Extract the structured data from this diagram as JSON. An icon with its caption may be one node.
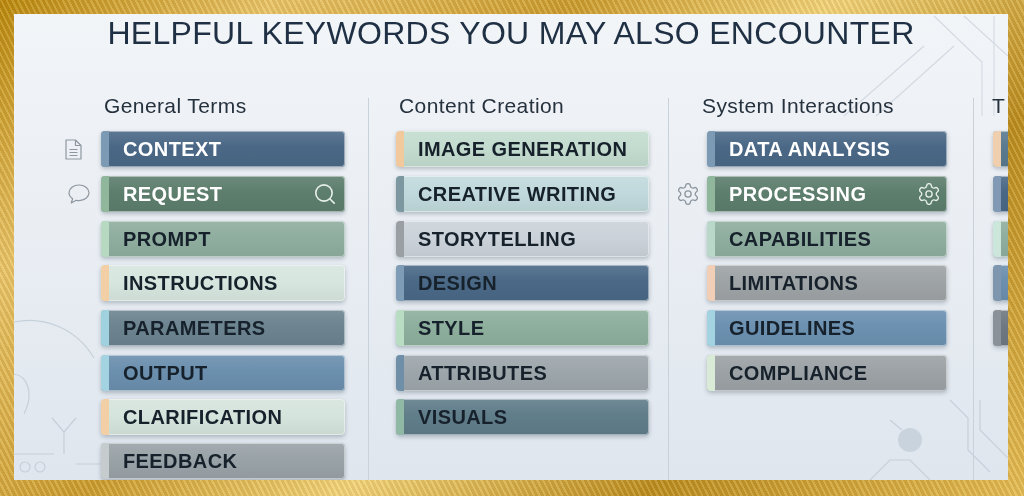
{
  "diagram": {
    "title": "HELPFUL KEYWORDS YOU MAY ALSO ENCOUNTER",
    "nodes": [
      {
        "text": [
          "CONTEXT"
        ]
      },
      {
        "text": [
          "REQUEST"
        ]
      },
      {
        "text": [
          "PROMPT"
        ]
      },
      {
        "text": [
          "INSTRUCTIONS"
        ]
      },
      {
        "text": [
          "PARAMETERS"
        ]
      },
      {
        "text": [
          "OUTPUT"
        ]
      },
      {
        "text": [
          "CLARIFICATION"
        ]
      },
      {
        "text": [
          "FEEDBACK"
        ]
      },
      {
        "text": [
          "IMAGE GENERATION"
        ]
      },
      {
        "text": [
          "CREATIVE WRITING"
        ]
      },
      {
        "text": [
          "STORYTELLING"
        ]
      },
      {
        "text": [
          "DESIGN"
        ]
      },
      {
        "text": [
          "STYLE"
        ]
      },
      {
        "text": [
          "ATTRIBUTES"
        ]
      },
      {
        "text": [
          "VISUALS"
        ]
      },
      {
        "text": [
          "DATA ANALYSIS"
        ]
      },
      {
        "text": [
          "PROCESSING"
        ]
      },
      {
        "text": [
          "CAPABILITIES"
        ]
      },
      {
        "text": [
          "LIMITATIONS"
        ]
      },
      {
        "text": [
          "GUIDELINES"
        ]
      },
      {
        "text": [
          "COMPLIANCE"
        ]
      },
      {
        "text": [],
        "shape": "box"
      },
      {
        "text": [],
        "shape": "box"
      },
      {
        "text": [],
        "shape": "box"
      },
      {
        "text": [],
        "shape": "box"
      },
      {
        "text": [],
        "shape": "box"
      }
    ],
    "labels": [
      "General Terms",
      "Content Creation",
      "System Interactions",
      "T"
    ]
  }
}
